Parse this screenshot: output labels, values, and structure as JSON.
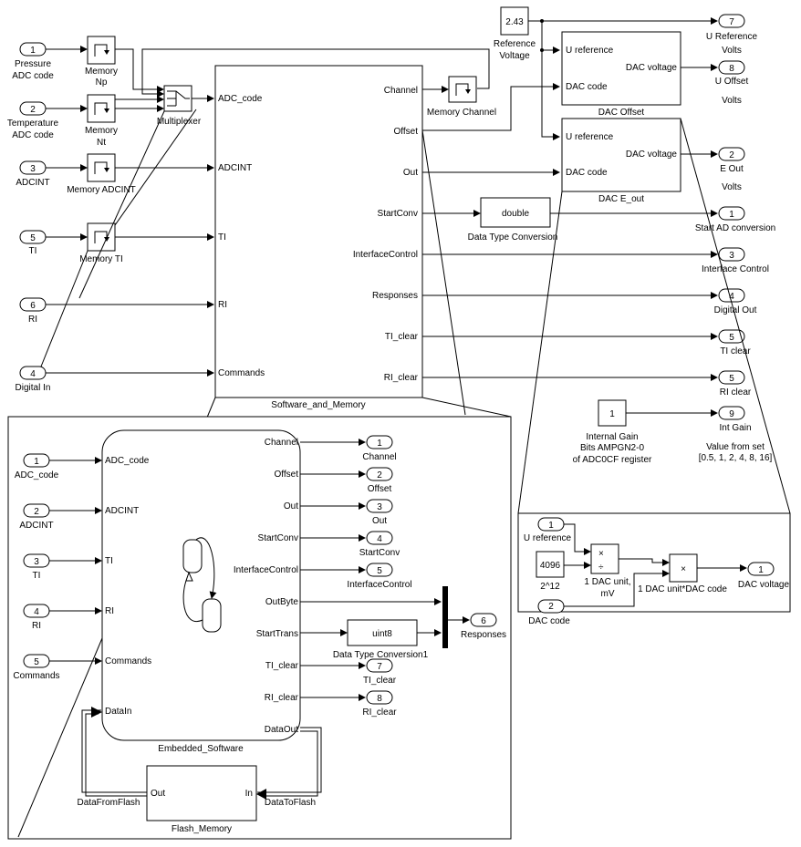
{
  "top_inports": [
    {
      "num": "1",
      "label": "Pressure",
      "label2": "ADC code"
    },
    {
      "num": "2",
      "label": "Temperature",
      "label2": "ADC code"
    },
    {
      "num": "3",
      "label": "ADCINT",
      "label2": ""
    },
    {
      "num": "5",
      "label": "TI",
      "label2": ""
    },
    {
      "num": "6",
      "label": "RI",
      "label2": ""
    },
    {
      "num": "4",
      "label": "Digital In",
      "label2": ""
    }
  ],
  "memory_blocks": [
    {
      "label": "Memory",
      "label2": "Np"
    },
    {
      "label": "Memory",
      "label2": "Nt"
    },
    {
      "label": "Memory ADCINT",
      "label2": ""
    },
    {
      "label": "Memory TI",
      "label2": ""
    }
  ],
  "multiplexer_label": "Multiplexer",
  "software_memory": {
    "title": "Software_and_Memory",
    "in_ports": [
      "ADC_code",
      "ADCINT",
      "TI",
      "RI",
      "Commands"
    ],
    "out_ports": [
      "Channel",
      "Offset",
      "Out",
      "StartConv",
      "InterfaceControl",
      "Responses",
      "TI_clear",
      "RI_clear"
    ]
  },
  "memory_channel_label": "Memory Channel",
  "reference_voltage": {
    "value": "2.43",
    "label": "Reference",
    "label2": "Voltage"
  },
  "dac_offset": {
    "title": "DAC Offset",
    "in1": "U reference",
    "in2": "DAC code",
    "out": "DAC voltage"
  },
  "dac_eout": {
    "title": "DAC E_out",
    "in1": "U reference",
    "in2": "DAC code",
    "out": "DAC voltage"
  },
  "dtc": {
    "value": "double",
    "label": "Data Type Conversion"
  },
  "internal_gain": {
    "value": "1",
    "label": "Internal Gain",
    "label2": "Bits AMPGN2-0",
    "label3": "of ADC0CF register"
  },
  "value_from_set": {
    "label": "Value from set",
    "label2": "[0.5, 1, 2, 4, 8, 16]"
  },
  "top_outports": [
    {
      "num": "7",
      "label": "U Reference",
      "label2": "Volts"
    },
    {
      "num": "8",
      "label": "U Offset",
      "label2": "Volts"
    },
    {
      "num": "2",
      "label": "E Out",
      "label2": "Volts"
    },
    {
      "num": "1",
      "label": "Start AD conversion",
      "label2": ""
    },
    {
      "num": "3",
      "label": "Interface Control",
      "label2": ""
    },
    {
      "num": "4",
      "label": "Digital Out",
      "label2": ""
    },
    {
      "num": "5",
      "label": "TI clear",
      "label2": ""
    },
    {
      "num": "5",
      "label": "RI clear",
      "label2": ""
    },
    {
      "num": "9",
      "label": "Int Gain",
      "label2": ""
    }
  ],
  "dac_detail": {
    "in1_num": "1",
    "in1_label": "U reference",
    "const_value": "4096",
    "const_label": "2^12",
    "div_label": "1 DAC unit,",
    "div_label2": "mV",
    "in2_num": "2",
    "in2_label": "DAC code",
    "mult_label": "1 DAC unit*DAC code",
    "out_num": "1",
    "out_label": "DAC voltage",
    "div_sym_mul": "×",
    "div_sym_div": "÷",
    "mult_sym": "×"
  },
  "sub_inports": [
    {
      "num": "1",
      "label": "ADC_code"
    },
    {
      "num": "2",
      "label": "ADCINT"
    },
    {
      "num": "3",
      "label": "TI"
    },
    {
      "num": "4",
      "label": "RI"
    },
    {
      "num": "5",
      "label": "Commands"
    }
  ],
  "embedded": {
    "title": "Embedded_Software",
    "in_ports": [
      "ADC_code",
      "ADCINT",
      "TI",
      "RI",
      "Commands",
      "DataIn"
    ],
    "out_ports": [
      "Channel",
      "Offset",
      "Out",
      "StartConv",
      "InterfaceControl",
      "OutByte",
      "StartTrans",
      "TI_clear",
      "RI_clear",
      "DataOut"
    ]
  },
  "sub_outports": [
    {
      "num": "1",
      "label": "Channel"
    },
    {
      "num": "2",
      "label": "Offset"
    },
    {
      "num": "3",
      "label": "Out"
    },
    {
      "num": "4",
      "label": "StartConv"
    },
    {
      "num": "5",
      "label": "InterfaceControl"
    },
    {
      "num": "6",
      "label": "Responses"
    },
    {
      "num": "7",
      "label": "TI_clear"
    },
    {
      "num": "8",
      "label": "RI_clear"
    }
  ],
  "dtc1": {
    "value": "uint8",
    "label": "Data Type Conversion1"
  },
  "flash": {
    "title": "Flash_Memory",
    "in": "In",
    "out": "Out",
    "from_label": "DataFromFlash",
    "to_label": "DataToFlash"
  }
}
